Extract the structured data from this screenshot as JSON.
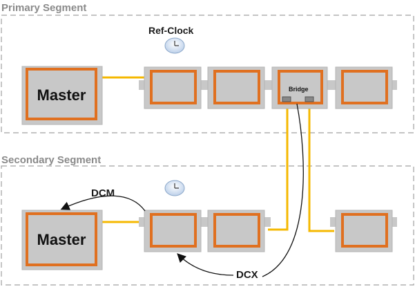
{
  "segments": {
    "primary": {
      "title": "Primary Segment"
    },
    "secondary": {
      "title": "Secondary Segment"
    }
  },
  "labels": {
    "ref_clock": "Ref-Clock",
    "master_primary": "Master",
    "master_secondary": "Master",
    "bridge": "Bridge",
    "dcm": "DCM",
    "dcx": "DCX"
  },
  "icons": {
    "clock": "clock-icon"
  },
  "colors": {
    "device_fill": "#c8c8c8",
    "device_border": "#e07020",
    "link": "#f5b800",
    "segment_border": "#a0a0a0",
    "title_text": "#8a8a8a"
  }
}
